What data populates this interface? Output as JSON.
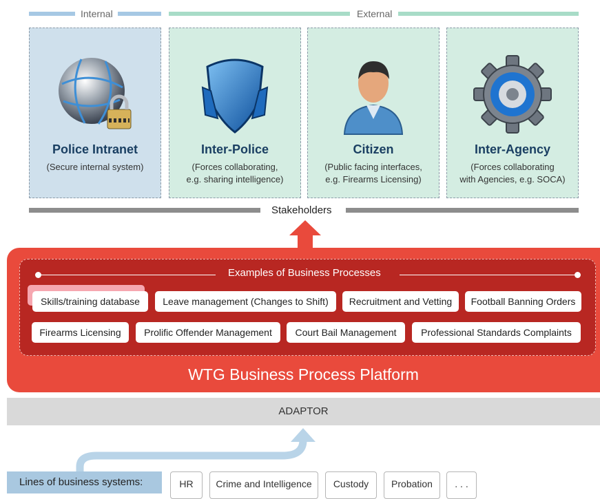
{
  "bands": {
    "internal_label": "Internal",
    "external_label": "External"
  },
  "colors": {
    "internal": "#a6c8e4",
    "external": "#a8dcc7",
    "card_internal": "#cfe0ec",
    "card_external": "#d4ede2",
    "platform": "#e94a3c",
    "inner": "#b82722"
  },
  "stakeholders": {
    "label": "Stakeholders",
    "cards": [
      {
        "title": "Police Intranet",
        "desc": "(Secure internal system)",
        "icon": "globe-lock-icon"
      },
      {
        "title": "Inter-Police",
        "desc": "(Forces collaborating,\ne.g. sharing intelligence)",
        "icon": "shield-icon"
      },
      {
        "title": "Citizen",
        "desc": "(Public facing interfaces,\ne.g. Firearms Licensing)",
        "icon": "person-icon"
      },
      {
        "title": "Inter-Agency",
        "desc": "(Forces collaborating\nwith Agencies, e.g. SOCA)",
        "icon": "gear-icon"
      }
    ]
  },
  "platform": {
    "examples_label": "Examples of Business Processes",
    "row1": [
      "Skills/training database",
      "Leave management (Changes to Shift)",
      "Recruitment and Vetting",
      "Football Banning Orders"
    ],
    "row2": [
      "Firearms Licensing",
      "Prolific Offender Management",
      "Court Bail Management",
      "Professional Standards Complaints"
    ],
    "label": "WTG Business Process Platform"
  },
  "adaptor": {
    "label": "ADAPTOR"
  },
  "lines_of_business": {
    "label": "Lines of business systems:",
    "items": [
      "HR",
      "Crime and Intelligence",
      "Custody",
      "Probation",
      ". . ."
    ]
  }
}
